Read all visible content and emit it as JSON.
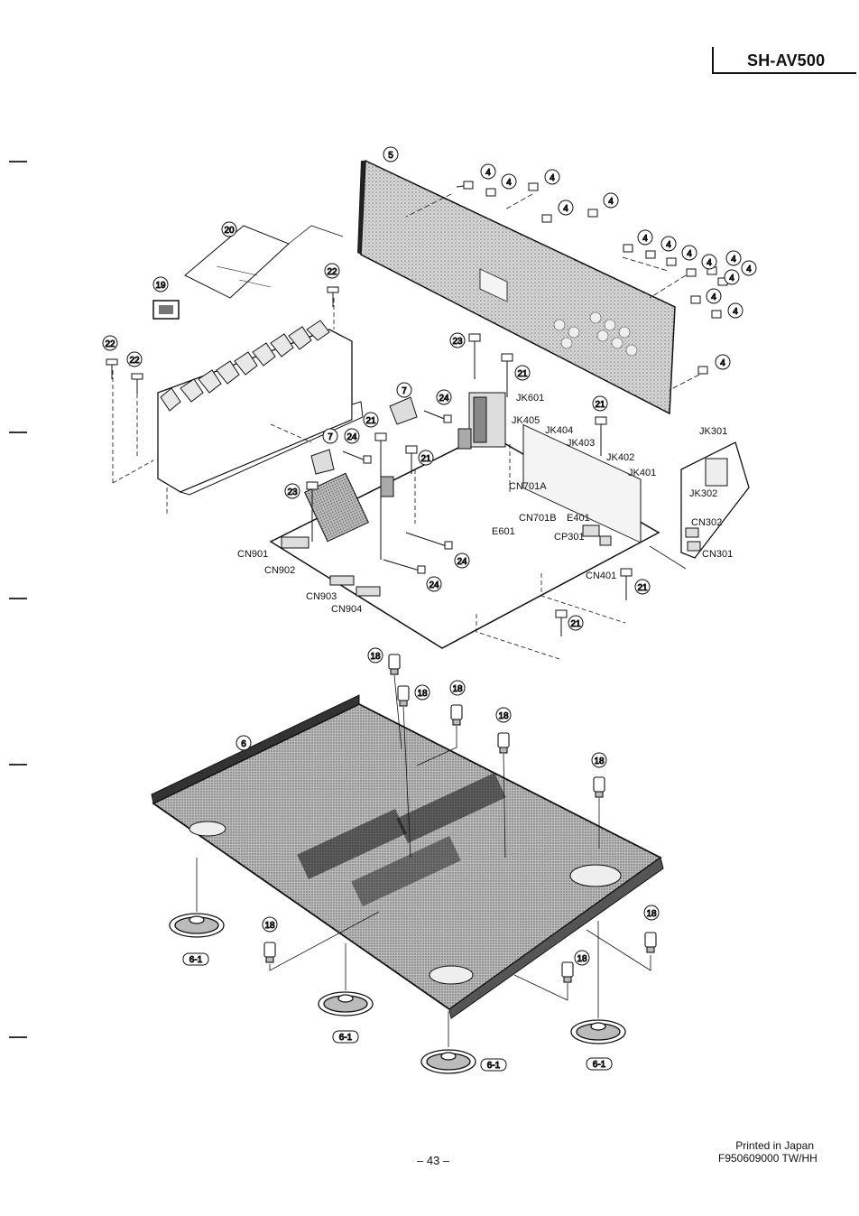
{
  "header": {
    "model": "SH-AV500"
  },
  "callouts": {
    "c4": "4",
    "c5": "5",
    "c6": "6",
    "c7": "7",
    "c18": "18",
    "c19": "19",
    "c20": "20",
    "c21": "21",
    "c22": "22",
    "c23": "23",
    "c24": "24",
    "c61": "6-1"
  },
  "labels": {
    "jk601": "JK601",
    "jk405": "JK405",
    "jk404": "JK404",
    "jk403": "JK403",
    "jk402": "JK402",
    "jk401": "JK401",
    "jk301": "JK301",
    "jk302": "JK302",
    "cn302": "CN302",
    "cn301": "CN301",
    "cn701a": "CN701A",
    "cn701b": "CN701B",
    "e601": "E601",
    "e401": "E401",
    "cp301": "CP301",
    "cn401": "CN401",
    "cn901": "CN901",
    "cn902": "CN902",
    "cn903": "CN903",
    "cn904": "CN904"
  },
  "footer": {
    "page": "– 43 –",
    "printed": "Printed in Japan",
    "code": "F950609000 TW/HH"
  }
}
